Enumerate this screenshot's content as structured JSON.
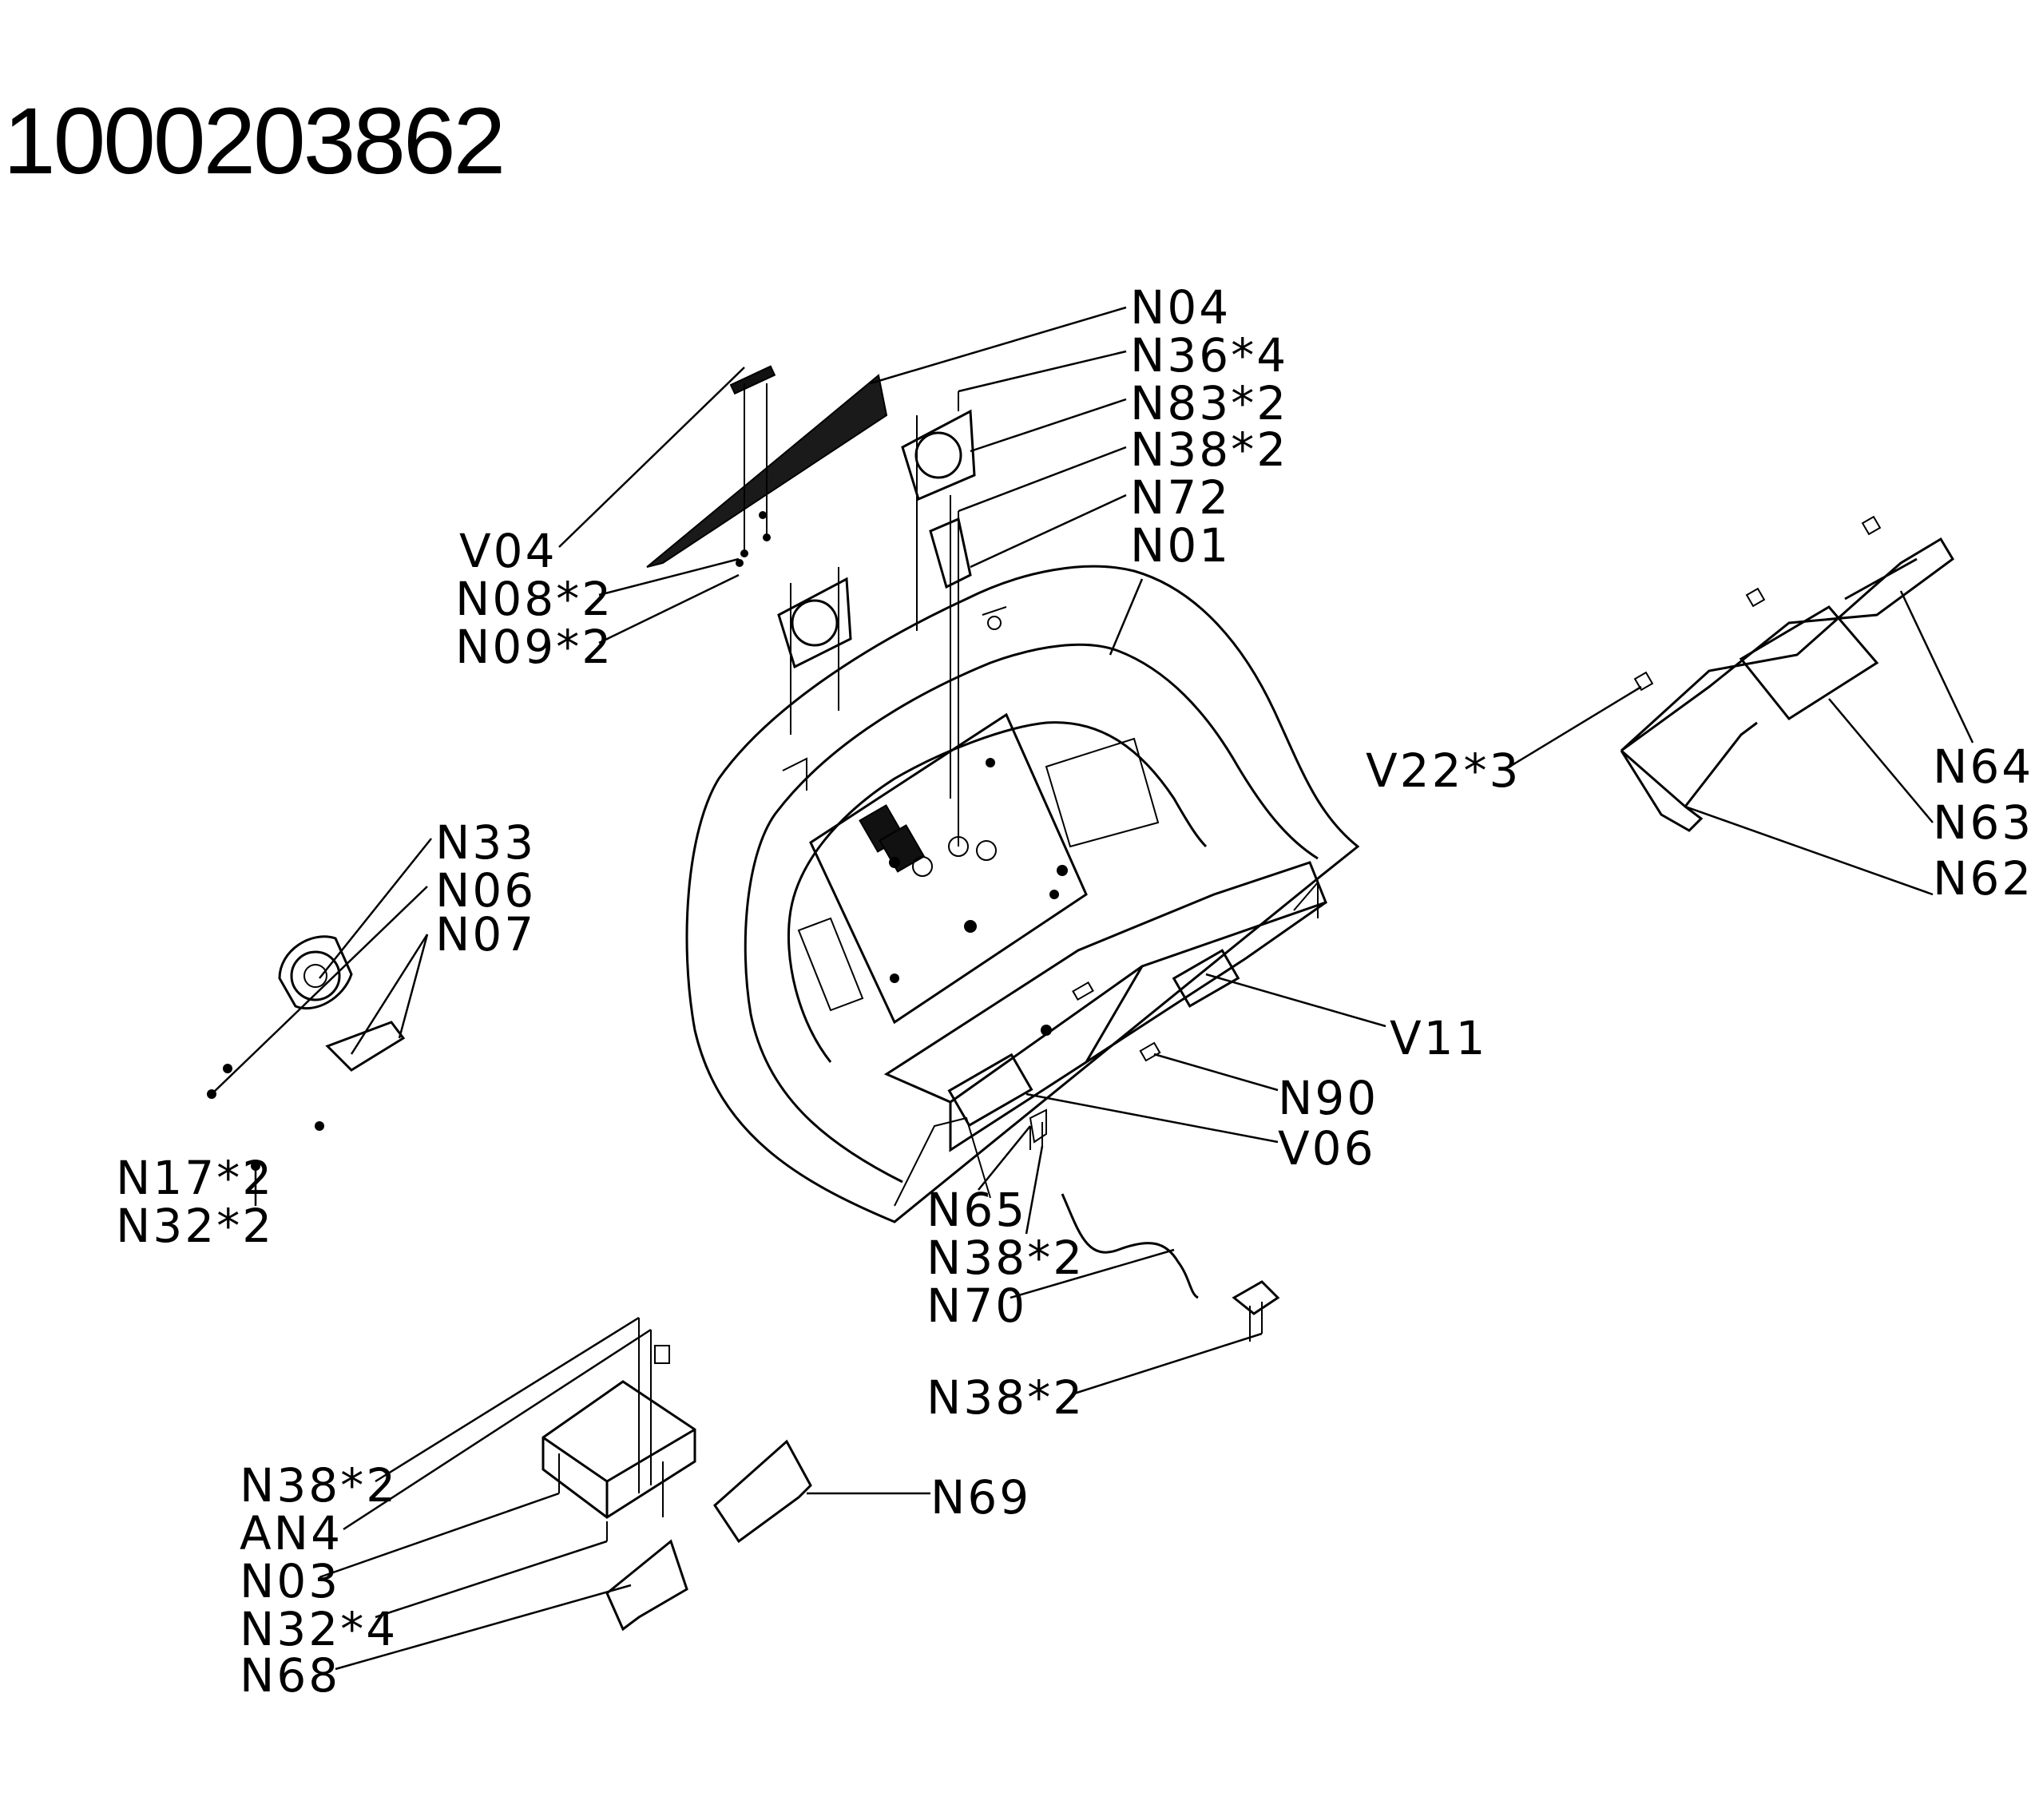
{
  "title": "1000203862",
  "callouts": {
    "N04": "N04",
    "N36x4": "N36*4",
    "N83x2": "N83*2",
    "N38x2_top": "N38*2",
    "N72": "N72",
    "N01": "N01",
    "V04": "V04",
    "N08x2": "N08*2",
    "N09x2": "N09*2",
    "N33": "N33",
    "N06": "N06",
    "N07": "N07",
    "N17x2": "N17*2",
    "N32x2": "N32*2",
    "V22x3": "V22*3",
    "N64": "N64",
    "N63": "N63",
    "N62": "N62",
    "V11": "V11",
    "N90": "N90",
    "V06": "V06",
    "N65": "N65",
    "N38x2_mid": "N38*2",
    "N70": "N70",
    "N38x2_right": "N38*2",
    "N38x2_bottom": "N38*2",
    "AN4": "AN4",
    "N03": "N03",
    "N32x4": "N32*4",
    "N68": "N68",
    "N69": "N69"
  }
}
